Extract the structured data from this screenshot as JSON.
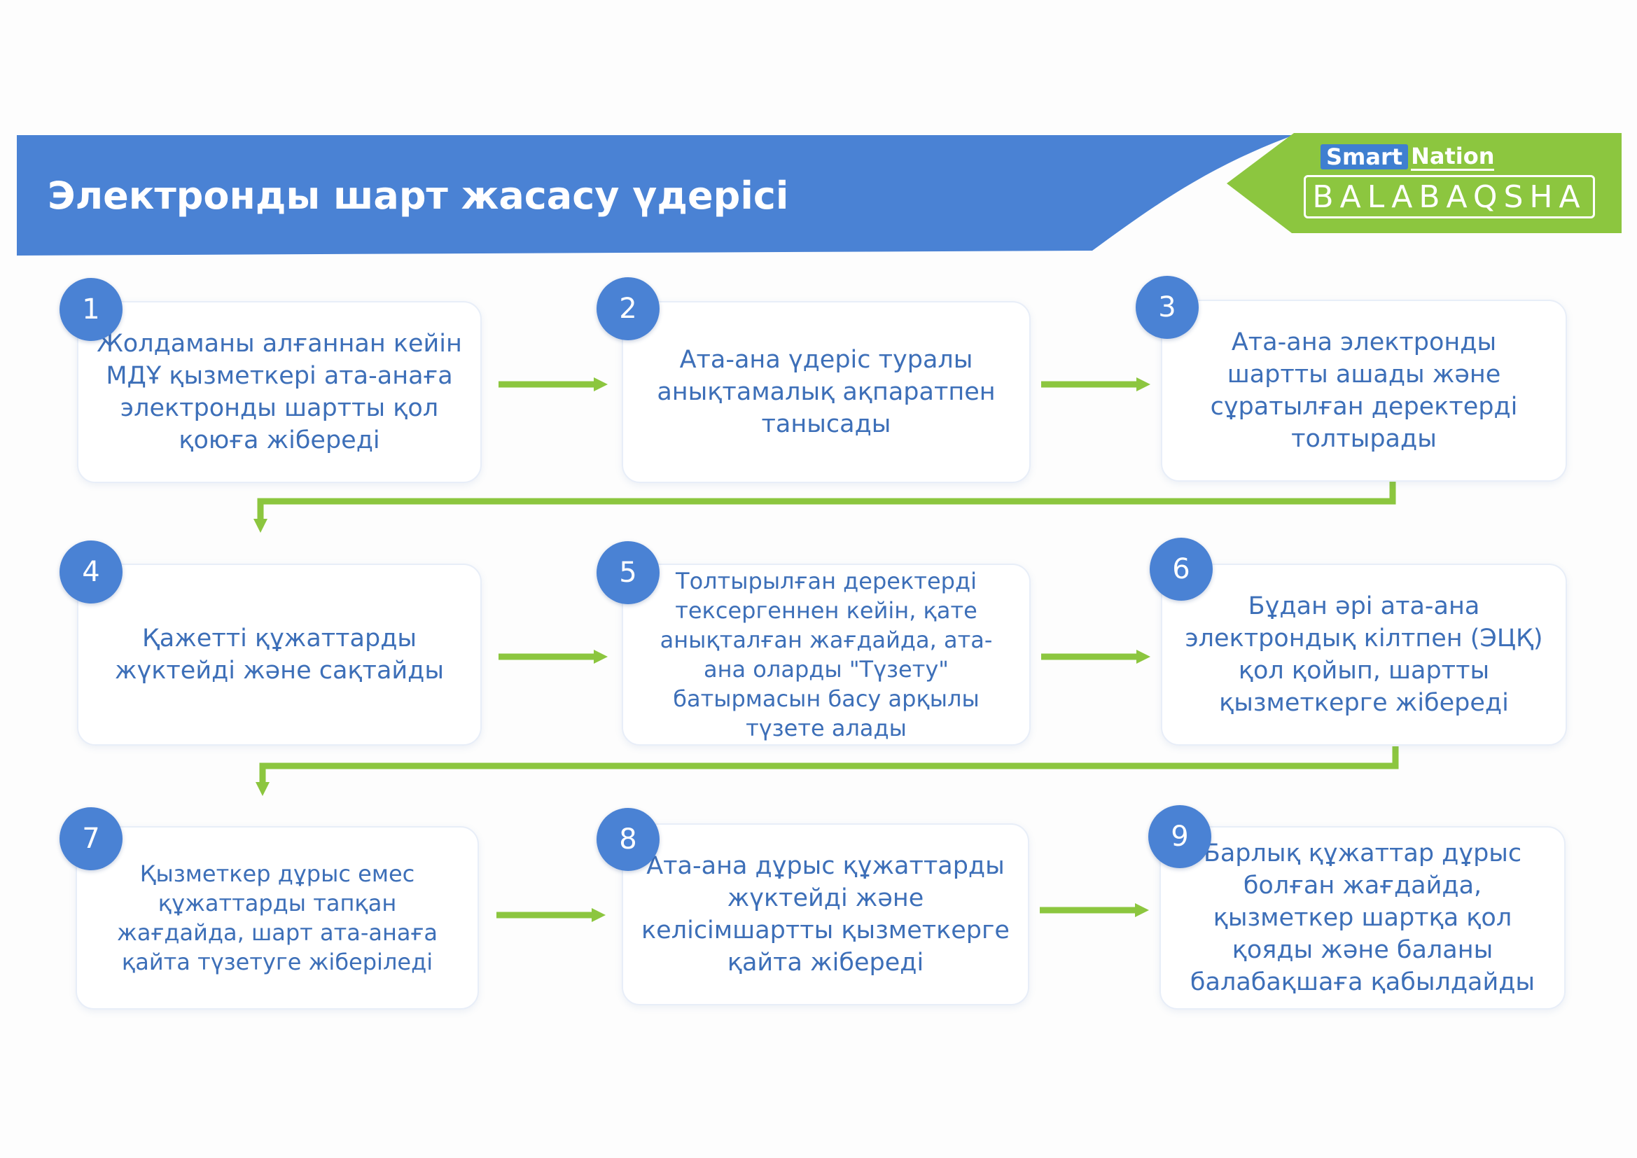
{
  "header": {
    "title": "Электронды шарт жасасу үдерісі",
    "banner_color": "#4a82d4",
    "accent_color": "#8cc63f"
  },
  "logo": {
    "smart": "Smart",
    "nation": "Nation",
    "name": "BALABAQSHA"
  },
  "steps": [
    {
      "number": "1",
      "text": "Жолдаманы алғаннан кейін МДҰ қызметкері ата-анаға электронды шартты қол қоюға жібереді"
    },
    {
      "number": "2",
      "text": "Ата-ана үдеріс туралы анықтамалық ақпаратпен танысады"
    },
    {
      "number": "3",
      "text": "Ата-ана электронды шартты ашады және сұратылған деректерді толтырады"
    },
    {
      "number": "4",
      "text": "Қажетті құжаттарды жүктейді және сақтайды"
    },
    {
      "number": "5",
      "text": "Толтырылған деректерді тексергеннен кейін, қате анықталған жағдайда, ата-ана оларды \"Түзету\" батырмасын басу арқылы түзете алады"
    },
    {
      "number": "6",
      "text": "Бұдан әрі ата-ана электрондық кілтпен (ЭЦҚ) қол қойып, шартты қызметкерге жібереді"
    },
    {
      "number": "7",
      "text": "Қызметкер дұрыс емес құжаттарды тапқан жағдайда, шарт ата-анаға қайта түзетуге жіберіледі"
    },
    {
      "number": "8",
      "text": "Ата-ана дұрыс құжаттарды жүктейді және келісімшартты қызметкерге қайта жібереді"
    },
    {
      "number": "9",
      "text": "Барлық құжаттар дұрыс болған жағдайда, қызметкер шартқа қол қояды және баланы балабақшаға қабылдайды"
    }
  ]
}
